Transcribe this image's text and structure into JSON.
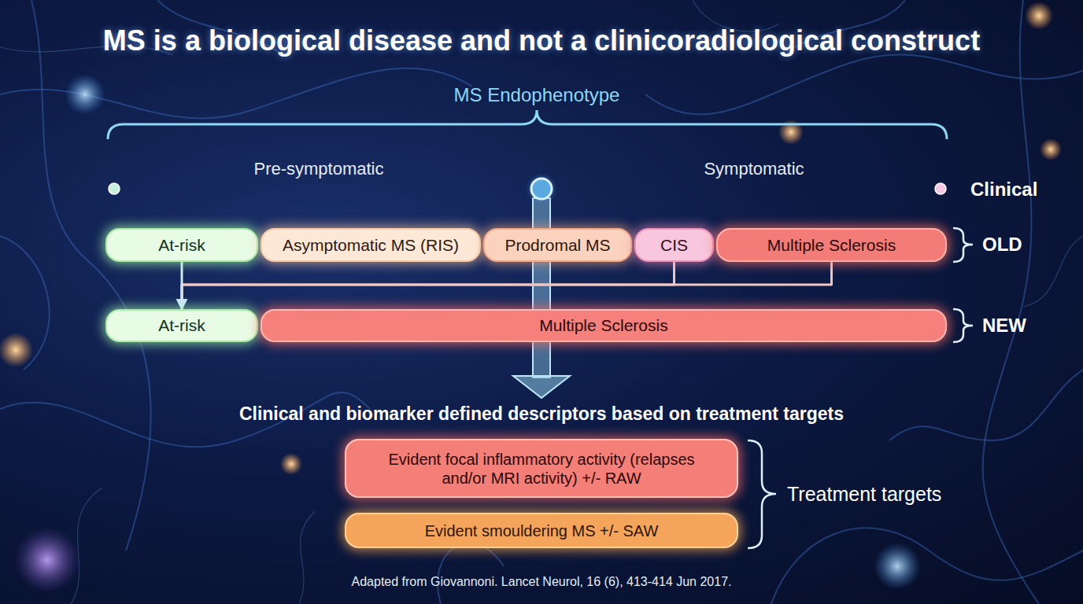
{
  "diagram": {
    "title": "MS is a biological disease and not a clinicoradiological construct",
    "caption": "Adapted from Giovannoni. Lancet Neurol, 16 (6), 413-414 Jun 2017.",
    "nodes": [
      {
        "text": [
          "At-risk"
        ]
      },
      {
        "text": [
          "Asymptomatic MS (RIS)"
        ]
      },
      {
        "text": [
          "Prodromal MS"
        ]
      },
      {
        "text": [
          "CIS"
        ]
      },
      {
        "text": [
          "Multiple Sclerosis"
        ]
      },
      {
        "text": [
          "At-risk"
        ]
      },
      {
        "text": [
          "Multiple Sclerosis"
        ]
      },
      {
        "text": [
          "Evident focal inflammatory activity (relapses and/or MRI activity) +/- RAW"
        ]
      },
      {
        "text": [
          "Evident smouldering MS +/- SAW"
        ]
      }
    ],
    "edges": [
      {
        "from": 0,
        "to": 5,
        "arrow": "to"
      },
      {
        "from": 3,
        "to": 5,
        "arrow": "to"
      },
      {
        "from": 4,
        "to": 5,
        "arrow": "to"
      }
    ],
    "labels": [
      "MS Endophenotype",
      "Pre-symptomatic",
      "Symptomatic",
      "Clinical",
      "OLD",
      "NEW",
      "Clinical and biomarker defined descriptors based on treatment targets",
      "Treatment targets"
    ]
  }
}
